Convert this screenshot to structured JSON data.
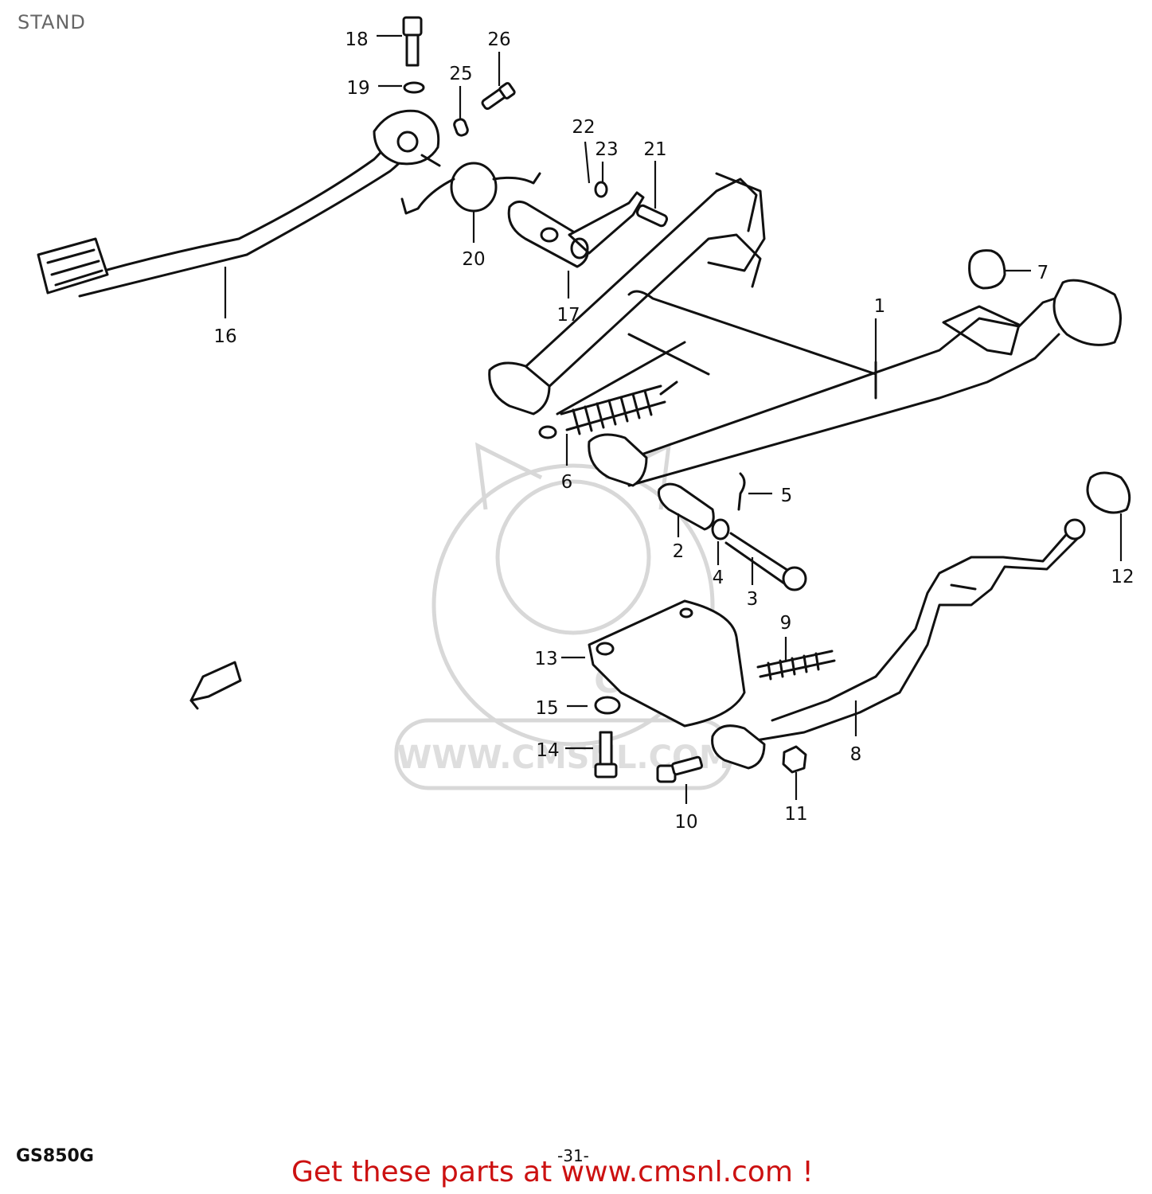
{
  "title": "STAND",
  "diagram": {
    "callouts": [
      "1",
      "2",
      "3",
      "4",
      "5",
      "6",
      "7",
      "8",
      "9",
      "10",
      "11",
      "12",
      "13",
      "14",
      "15",
      "16",
      "17",
      "18",
      "19",
      "20",
      "21",
      "22",
      "23",
      "25",
      "26"
    ],
    "watermark": {
      "logo_text": "CMS",
      "url_text": "WWW.CMSNL.COM"
    }
  },
  "footer": {
    "model_code": "GS850G",
    "page_number": "-31-",
    "promo": "Get these parts at www.cmsnl.com !"
  },
  "colors": {
    "line": "#111111",
    "title": "#666666",
    "promo": "#cc1111",
    "watermark": "#d8d8d8"
  }
}
